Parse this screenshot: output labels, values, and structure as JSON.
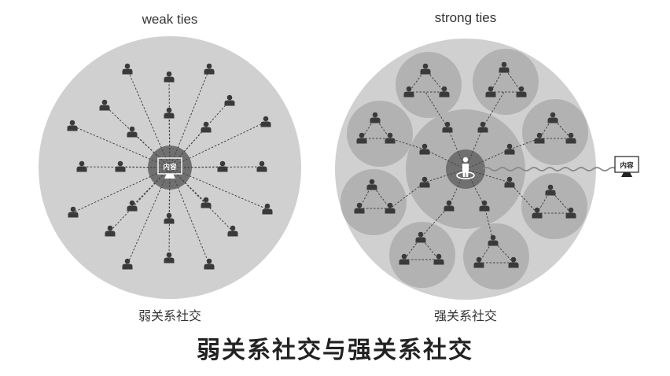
{
  "left": {
    "label_en": "weak ties",
    "label_cn": "弱关系社交",
    "hub_text": "内容"
  },
  "right": {
    "label_en": "strong ties",
    "label_cn": "强关系社交"
  },
  "content_node_text": "内容",
  "main_title": "弱关系社交与强关系社交",
  "colors": {
    "outer_circle": "#d0d0d0",
    "inner_circle": "#b2b2b2",
    "hub": "#707070",
    "person": "#3a3a3a",
    "line": "#444444",
    "text": "#333333"
  }
}
